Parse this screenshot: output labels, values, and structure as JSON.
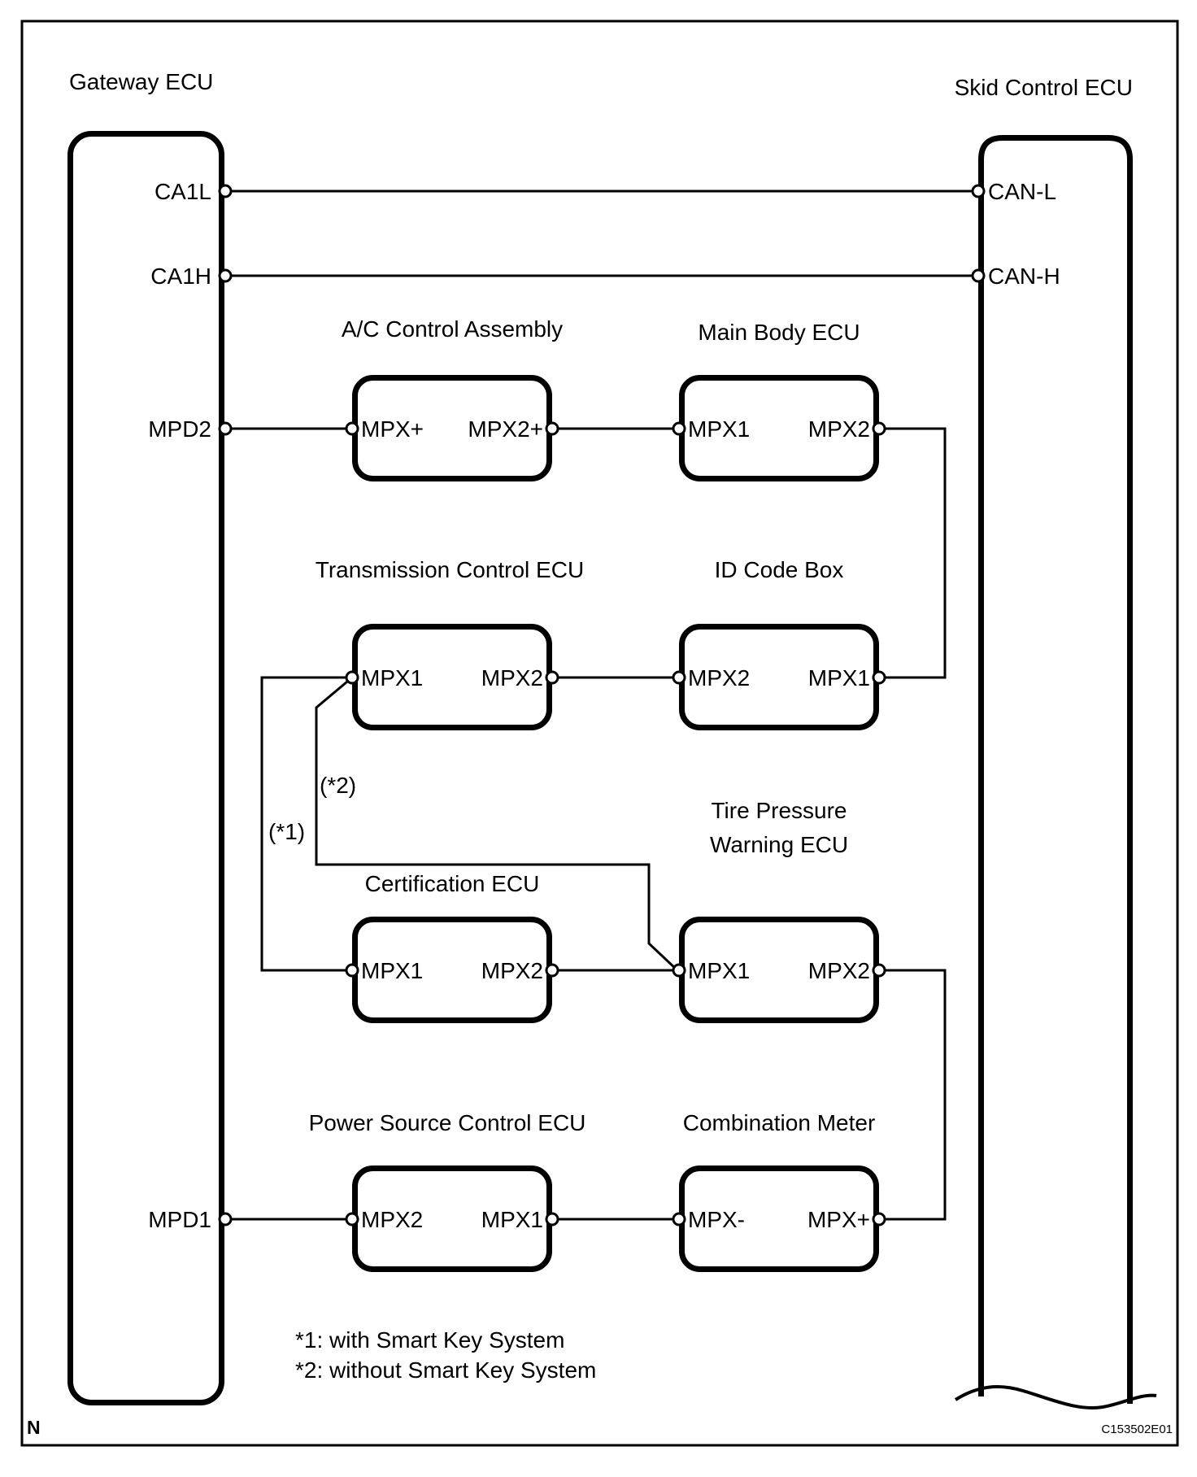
{
  "page": {
    "bg": "#ffffff",
    "line_color": "#000000"
  },
  "gateway_ecu": {
    "title": "Gateway ECU",
    "pins": {
      "ca1l": "CA1L",
      "ca1h": "CA1H",
      "mpd2": "MPD2",
      "mpd1": "MPD1"
    }
  },
  "skid_control_ecu": {
    "title": "Skid Control ECU",
    "pins": {
      "can_l": "CAN-L",
      "can_h": "CAN-H"
    }
  },
  "nodes": [
    {
      "title": "A/C Control Assembly",
      "left_pin": "MPX+",
      "right_pin": "MPX2+"
    },
    {
      "title": "Main Body ECU",
      "left_pin": "MPX1",
      "right_pin": "MPX2"
    },
    {
      "title": "Transmission Control ECU",
      "left_pin": "MPX1",
      "right_pin": "MPX2"
    },
    {
      "title": "ID Code Box",
      "left_pin": "MPX2",
      "right_pin": "MPX1"
    },
    {
      "title": "Certification ECU",
      "left_pin": "MPX1",
      "right_pin": "MPX2"
    },
    {
      "title_line1": "Tire Pressure",
      "title_line2": "Warning ECU",
      "left_pin": "MPX1",
      "right_pin": "MPX2"
    },
    {
      "title": "Power Source Control ECU",
      "left_pin": "MPX2",
      "right_pin": "MPX1"
    },
    {
      "title": "Combination Meter",
      "left_pin": "MPX-",
      "right_pin": "MPX+"
    }
  ],
  "wire_labels": {
    "star1": "(*1)",
    "star2": "(*2)"
  },
  "notes": {
    "line1": "*1: with Smart Key System",
    "line2": "*2: without Smart Key System"
  },
  "corner_mark": "N",
  "figure_code": "C153502E01"
}
